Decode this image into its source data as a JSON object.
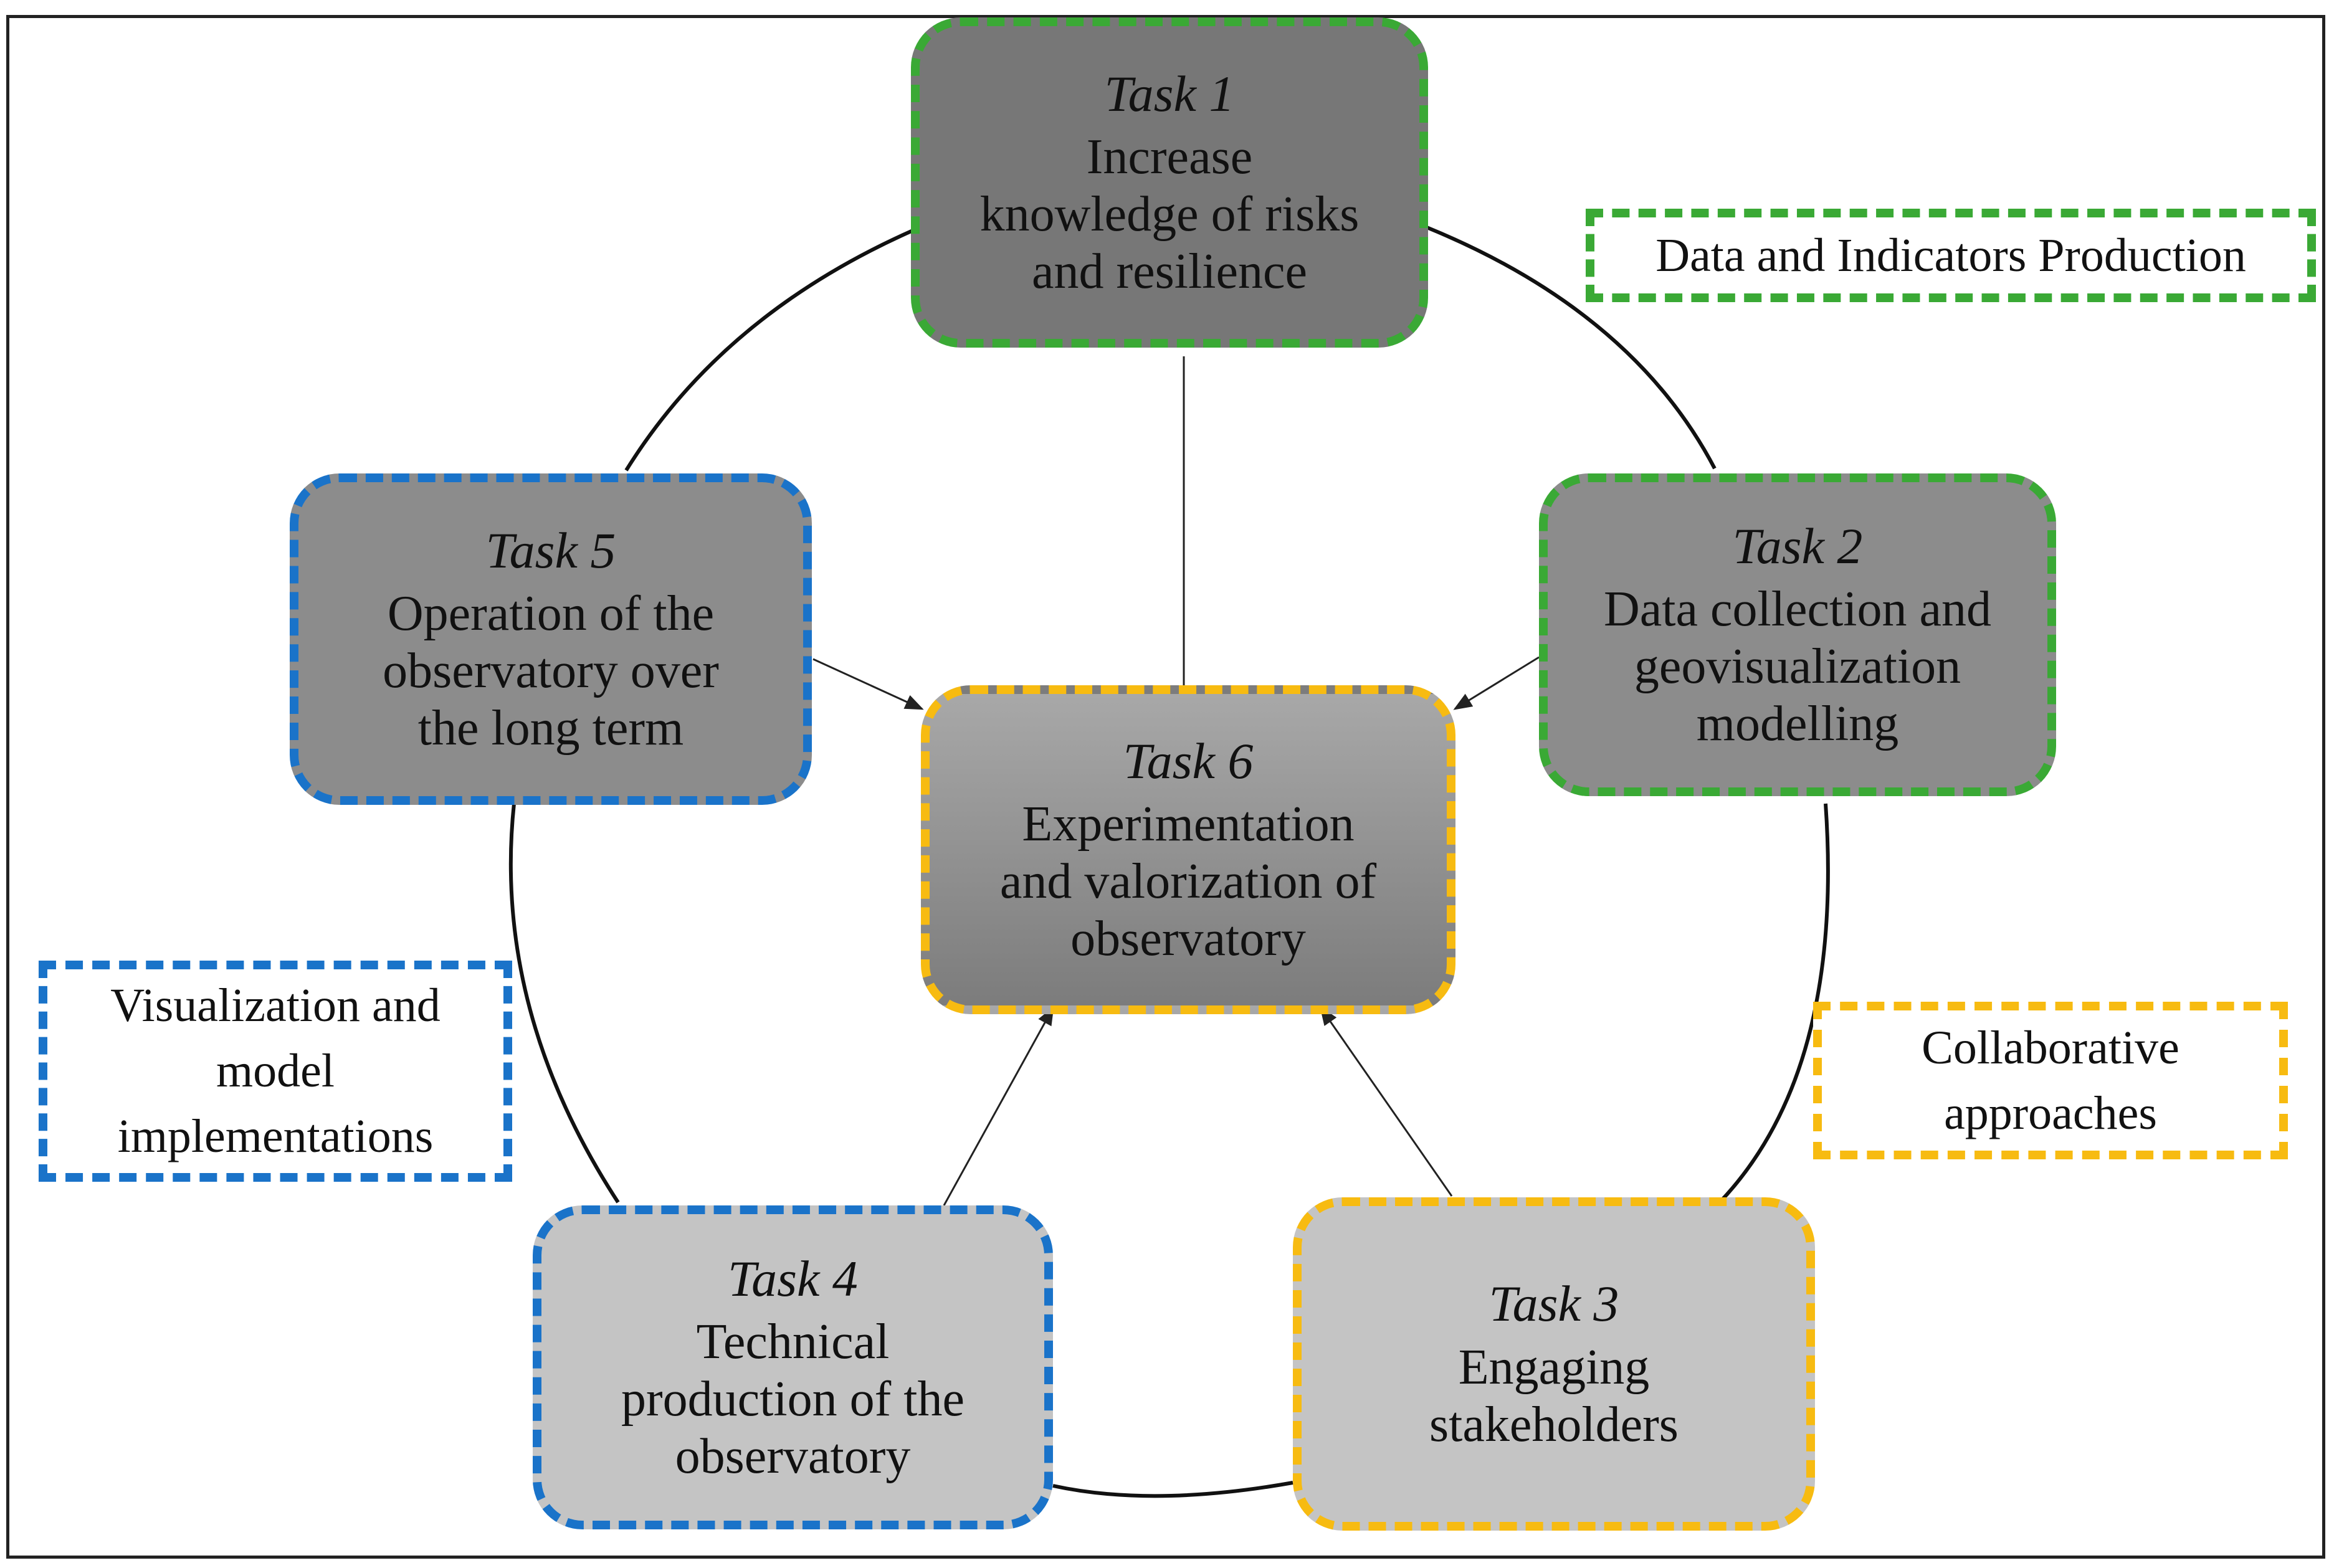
{
  "colors": {
    "green": "#3aa935",
    "blue": "#1a73c9",
    "yellow": "#f7bb11",
    "dark_gray": "#777777",
    "mid_gray": "#8c8c8c",
    "light_gray": "#c4c4c4"
  },
  "tasks": {
    "task1": {
      "title": "Task 1",
      "lines": [
        "Increase",
        "knowledge of risks",
        "and resilience"
      ],
      "border_color": "green"
    },
    "task2": {
      "title": "Task 2",
      "lines": [
        "Data collection and",
        "geovisualization",
        "modelling"
      ],
      "border_color": "green"
    },
    "task3": {
      "title": "Task 3",
      "lines": [
        "Engaging",
        "stakeholders"
      ],
      "border_color": "yellow"
    },
    "task4": {
      "title": "Task 4",
      "lines": [
        "Technical",
        "production of the",
        "observatory"
      ],
      "border_color": "blue"
    },
    "task5": {
      "title": "Task 5",
      "lines": [
        "Operation of the",
        "observatory over",
        "the long term"
      ],
      "border_color": "blue"
    },
    "task6": {
      "title": "Task 6",
      "lines": [
        "Experimentation",
        "and valorization of",
        "observatory"
      ],
      "border_color": "yellow"
    }
  },
  "legend": {
    "data": {
      "lines": [
        "Data and Indicators Production"
      ],
      "color": "green"
    },
    "visualization": {
      "lines": [
        "Visualization and",
        "model",
        "implementations"
      ],
      "color": "blue"
    },
    "collaborative": {
      "lines": [
        "Collaborative",
        "approaches"
      ],
      "color": "yellow"
    }
  }
}
